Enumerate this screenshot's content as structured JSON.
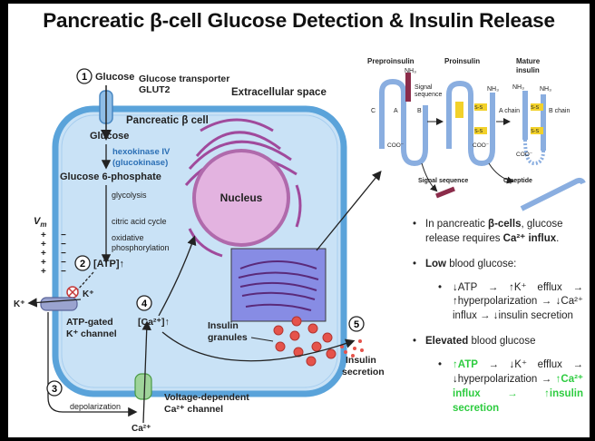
{
  "title": "Pancreatic β-cell Glucose Detection & Insulin Release",
  "diagram": {
    "step1_num": "1",
    "glucose_top": "Glucose",
    "transporter": "Glucose transporter",
    "glut2": "GLUT2",
    "extracellular": "Extracellular space",
    "cell_label": "Pancreatic β cell",
    "glucose_in": "Glucose",
    "hexokinase_1": "hexokinase IV",
    "hexokinase_2": "(glucokinase)",
    "g6p": "Glucose 6-phosphate",
    "glycolysis": "glycolysis",
    "cac": "citric acid cycle",
    "oxphos_1": "oxidative",
    "oxphos_2": "phosphorylation",
    "step2_num": "2",
    "atp": "[ATP]↑",
    "vm": "V",
    "vm_sub": "m",
    "k_in": "K⁺",
    "k_out": "K⁺",
    "atp_gated_1": "ATP-gated",
    "atp_gated_2": "K⁺ channel",
    "step3_num": "3",
    "depolarization": "depolarization",
    "ca_out": "Ca²⁺",
    "vdcc_1": "Voltage-dependent",
    "vdcc_2": "Ca²⁺ channel",
    "step4_num": "4",
    "ca_in": "[Ca²⁺]↑",
    "nucleus": "Nucleus",
    "granules_1": "Insulin",
    "granules_2": "granules",
    "step5_num": "5",
    "secretion_1": "Insulin",
    "secretion_2": "secretion",
    "preproinsulin": "Preproinsulin",
    "proinsulin": "Proinsulin",
    "mature_1": "Mature",
    "mature_2": "insulin",
    "signal_seq_1": "Signal",
    "signal_seq_2": "sequence",
    "signal_seq_bottom": "Signal sequence",
    "c_peptide": "C peptide",
    "a_chain": "A chain",
    "b_chain": "B chain",
    "nh3": "NH₃",
    "coo": "COO⁻",
    "ss": "S-S",
    "lbl_c": "C",
    "lbl_a": "A",
    "lbl_b": "B"
  },
  "bullets": {
    "b1_pre": "In pancreatic ",
    "b1_bold": "β-cells",
    "b1_mid": ", glucose release requires ",
    "b1_bold2": "Ca²⁺ influx",
    "b1_end": ".",
    "b2_bold": "Low",
    "b2_rest": " blood glucose:",
    "b2_sub": "↓ATP → ↑K⁺ efflux → ↑hyperpolarization → ↓Ca²⁺ influx → ↓insulin secretion",
    "b3_bold": "Elevated",
    "b3_rest": " blood glucose",
    "b3_sub_g1": "↑ATP",
    "b3_sub_m1": " → ↓K⁺ efflux → ↓hyperpolarization → ",
    "b3_sub_g2": "↑Ca²⁺ influx → ↑insulin secretion"
  }
}
